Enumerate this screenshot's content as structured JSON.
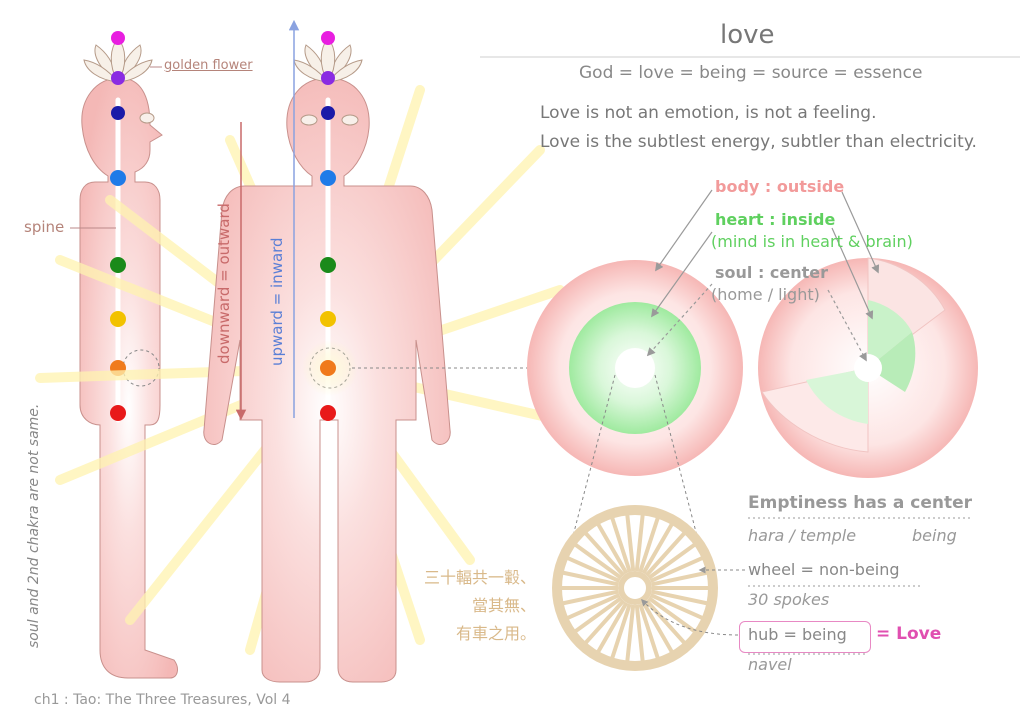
{
  "header": {
    "title": "love",
    "equation": "God = love = being = source = essence"
  },
  "intro": {
    "line1": "Love is not an emotion, is not a feeling.",
    "line2": "Love is the subtlest energy, subtler than electricity."
  },
  "figure_labels": {
    "golden_flower": "golden flower",
    "spine": "spine",
    "downward": "downward = outward",
    "upward": "upward = inward",
    "vertical_note": "soul and 2nd chakra are not same."
  },
  "layers": {
    "body": "body : outside",
    "heart": "heart : inside",
    "heart_note": "(mind is in heart & brain)",
    "soul": "soul : center",
    "soul_note": "(home / light)"
  },
  "emptiness": {
    "heading": "Emptiness has a center",
    "hara": "hara / temple",
    "being": "being",
    "wheel": "wheel = non-being",
    "spokes": "30 spokes",
    "hub": "hub = being",
    "equals_love": "= Love",
    "navel": "navel"
  },
  "chinese": {
    "line1": "三十輻共一轂、",
    "line2": "當其無、",
    "line3": "有車之用。"
  },
  "footer": {
    "source": "ch1 : Tao: The Three Treasures, Vol 4"
  },
  "colors": {
    "body_pink": "#f7c9c7",
    "heart_green": "#7ee07e",
    "accent_love": "#e04fb0",
    "wheel_tan": "#e7d3b0",
    "chakra_crown": "#e81ee0",
    "chakra_third_eye": "#8a2be2",
    "chakra_forehead": "#1a1aa8",
    "chakra_throat": "#1f7be8",
    "chakra_heart": "#1a8a1a",
    "chakra_solar": "#f2c200",
    "chakra_sacral": "#f07a1c",
    "chakra_root": "#e81a1a"
  }
}
